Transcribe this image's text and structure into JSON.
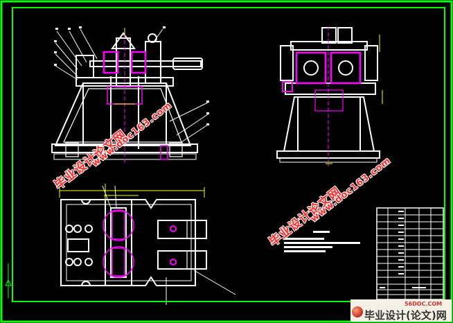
{
  "watermarks": {
    "cn_text": "毕业设计论文网",
    "url_text": "www.doc163.com"
  },
  "logo": {
    "top_text": "56DOC.COM",
    "main_text": "毕业设计(论文)网"
  },
  "colors": {
    "background": "#000000",
    "frame": "#00ff00",
    "lines": "#ffffff",
    "accent": "#ff00ff",
    "dims": "#ffff00"
  }
}
